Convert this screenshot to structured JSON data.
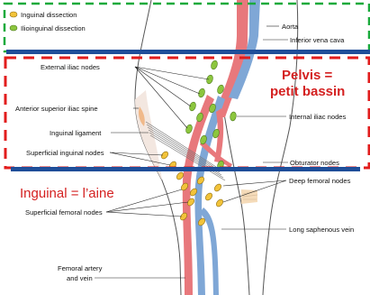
{
  "legend": {
    "items": [
      {
        "label": "Inguinal dissection",
        "swatch": "#f2c33a"
      },
      {
        "label": "Ilioinguinal dissection",
        "swatch": "#8cc63e"
      }
    ]
  },
  "labels": {
    "aorta": "Aorta",
    "ivc": "Inferior vena cava",
    "external_iliac": "External iliac nodes",
    "asis": "Anterior superior iliac spine",
    "inguinal_ligament": "Inguinal ligament",
    "superficial_inguinal": "Superficial inguinal nodes",
    "internal_iliac": "Internal iliac nodes",
    "obturator": "Obturator nodes",
    "deep_femoral": "Deep femoral nodes",
    "superficial_femoral": "Superficial femoral nodes",
    "long_saphenous": "Long saphenous vein",
    "femoral_line1": "Femoral artery",
    "femoral_line2": "and vein"
  },
  "annotations": {
    "pelvis_line1": "Pelvis =",
    "pelvis_line2": "petit bassin",
    "inguinal": "Inguinal = l’aine"
  },
  "colors": {
    "green_box": "#1aaa3c",
    "red_box": "#e21c1c",
    "blue_bar": "#1f4e99",
    "artery": "#e8787c",
    "vein": "#7fa7d6",
    "node_yellow": "#f2c33a",
    "node_green": "#8cc63e",
    "annotation_red": "#d42020"
  }
}
